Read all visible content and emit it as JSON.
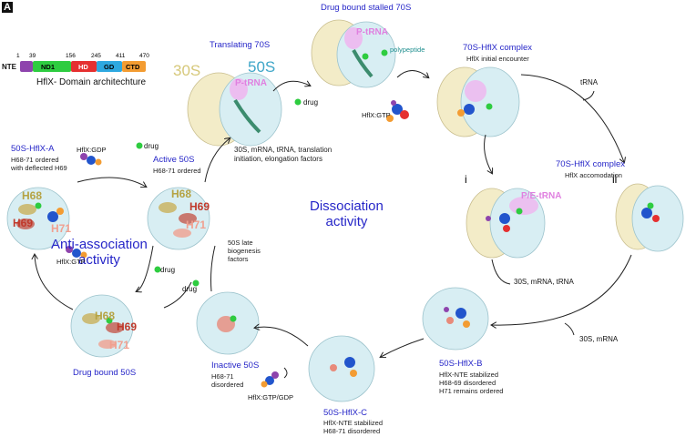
{
  "panel_letter": "A",
  "domain_arch": {
    "nte": "NTE",
    "numbers": [
      "1",
      "39",
      "156",
      "245",
      "411",
      "470"
    ],
    "domains": [
      {
        "label": "ND1",
        "color": "#2ecc40"
      },
      {
        "label": "HD",
        "color": "#e53030"
      },
      {
        "label": "GD",
        "color": "#2ea8e0"
      },
      {
        "label": "CTD",
        "color": "#f39c32"
      }
    ],
    "nte_color": "#8e44ad",
    "caption": "HflX- Domain architechture"
  },
  "labels": {
    "30S": "30S",
    "50S": "50S",
    "translating_70S": "Translating 70S",
    "p_trna_1": "P-tRNA",
    "drug_bound_stalled_70S": "Drug bound stalled 70S",
    "p_trna_2": "P-tRNA",
    "polypeptide": "polypeptide",
    "drug_1": "drug",
    "hflx_gtp_1": "HflX:GTP",
    "complex_70S_title": "70S-HflX complex",
    "complex_70S_sub": "HflX initial encounter",
    "trna": "tRNA",
    "complex_70S_accom_title": "70S-HflX complex",
    "complex_70S_accom_sub": "HflX accomodation",
    "roman_i": "i",
    "roman_ii": "ii",
    "pe_trna": "P/E-tRNA",
    "elong_factors": "30S, mRNA, tRNA, translation\ninitiation, elongation factors",
    "active_50S_title": "Active 50S",
    "active_50S_sub": "H68-71 ordered",
    "hflx_gdp": "HflX:GDP",
    "drug_2": "drug",
    "a50S_title": "50S-HflX-A",
    "a50S_sub": "H68-71 ordered\nwith deflected H69",
    "h68_a": "H68",
    "h69_a": "H69",
    "h71_a": "H71",
    "h68_b": "H68",
    "h69_b": "H69",
    "h71_b": "H71",
    "anti_association": "Anti-association\nactivity",
    "dissociation": "Dissociation\nactivity",
    "hflx_gtp_2": "HflX:GTP",
    "h68_c": "H68",
    "h69_c": "H69",
    "h71_c": "H71",
    "drug_bound_50S": "Drug bound 50S",
    "drug_3": "drug",
    "drug_4": "drug",
    "late_factors": "50S late\nbiogenesis\nfactors",
    "inactive_title": "Inactive 50S",
    "inactive_sub": "H68-71\ndisordered",
    "hflx_gtp_gdp": "HflX:GTP/GDP",
    "c50S_title": "50S-HflX-C",
    "c50S_sub": "HflX-NTE stabilized\nH68-71 disordered",
    "b50S_title": "50S-HflX-B",
    "b50S_sub": "HflX-NTE stabilized\nH68-69 disordered\nH71 remains ordered",
    "release_1": "30S, mRNA, tRNA",
    "release_2": "30S, mRNA"
  }
}
